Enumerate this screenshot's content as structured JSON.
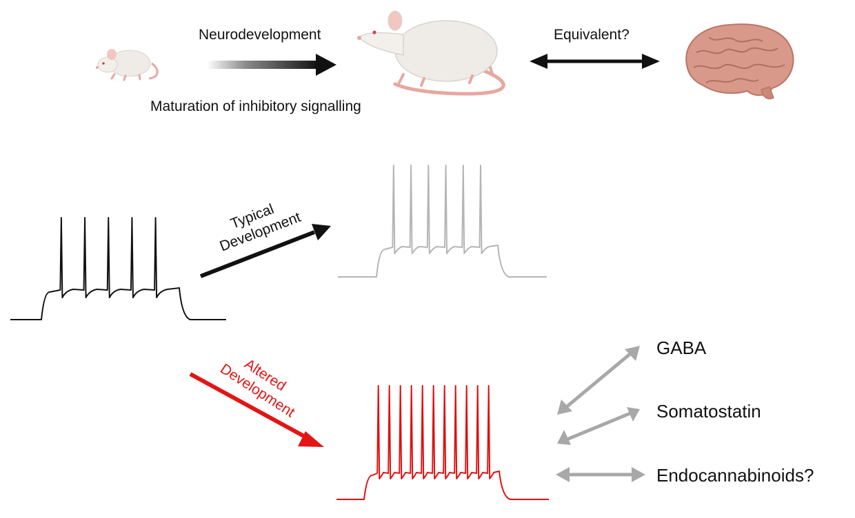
{
  "labels": {
    "neurodevelopment": "Neurodevelopment",
    "maturation": "Maturation of inhibitory signalling",
    "equivalent": "Equivalent?",
    "typical_line1": "Typical",
    "typical_line2": "Development",
    "altered_line1": "Altered",
    "altered_line2": "Development",
    "gaba": "GABA",
    "somatostatin": "Somatostatin",
    "endocannabinoids": "Endocannabinoids?"
  },
  "colors": {
    "typical_trace": "#111111",
    "mature_trace": "#b5b5b5",
    "altered_trace": "#e01010",
    "altered_arrow": "#e31515",
    "gray_arrow": "#a8a8a8",
    "rat_body": "#efebe7",
    "rat_pink": "#e7a79f",
    "brain": "#d9998a"
  },
  "icons": {
    "young_rat": "young-rat-icon",
    "adult_rat": "adult-rat-icon",
    "brain": "human-brain-icon"
  },
  "traces": {
    "immature_spike_count": 5,
    "mature_spike_count": 6,
    "altered_spike_count": 11
  }
}
